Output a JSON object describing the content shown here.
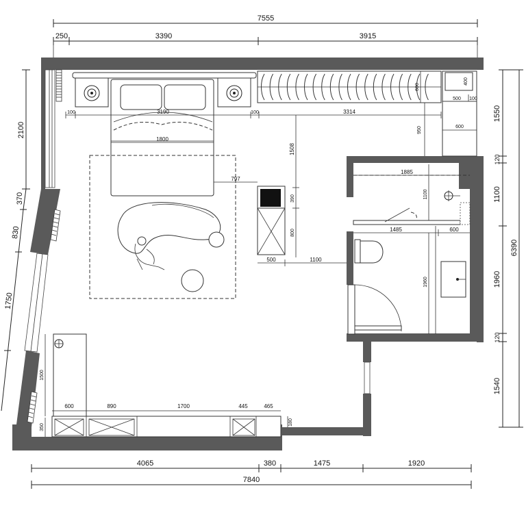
{
  "dimensions": {
    "top_total": "7555",
    "top_parts": [
      "250",
      "3390",
      "3915"
    ],
    "bottom_total": "7840",
    "bottom_parts": [
      "4065",
      "380",
      "1475",
      "1920"
    ],
    "right_total": "6390",
    "right_parts": [
      "1550",
      "120",
      "1100",
      "1960",
      "120",
      "1540"
    ],
    "left_parts": [
      "2100",
      "370",
      "830",
      "1750"
    ],
    "interior": {
      "bed_nightstand_left": "100",
      "bed_width": "3190",
      "bed_nightstand_right": "100",
      "wardrobe_run": "3314",
      "bed_inner": "1800",
      "bed_to_unit": "797",
      "wardrobe_depth": "600",
      "shelf_depth": "400",
      "shelf_w1": "500",
      "shelf_w2": "100",
      "shelf_w3": "600",
      "wardrobe_gap": "950",
      "aisle": "1508",
      "unit_h1": "390",
      "unit_h2": "800",
      "unit_w": "500",
      "unit_gap": "1100",
      "shower_w": "1885",
      "shower_h": "1100",
      "bath_row": "1485",
      "vanity_w": "600",
      "bath_lower": "1960",
      "desk_h": "1500",
      "cab_1": "600",
      "cab_2": "890",
      "cab_3": "1700",
      "cab_4": "445",
      "cab_5": "465",
      "cab_depth": "350",
      "step": "180"
    }
  }
}
